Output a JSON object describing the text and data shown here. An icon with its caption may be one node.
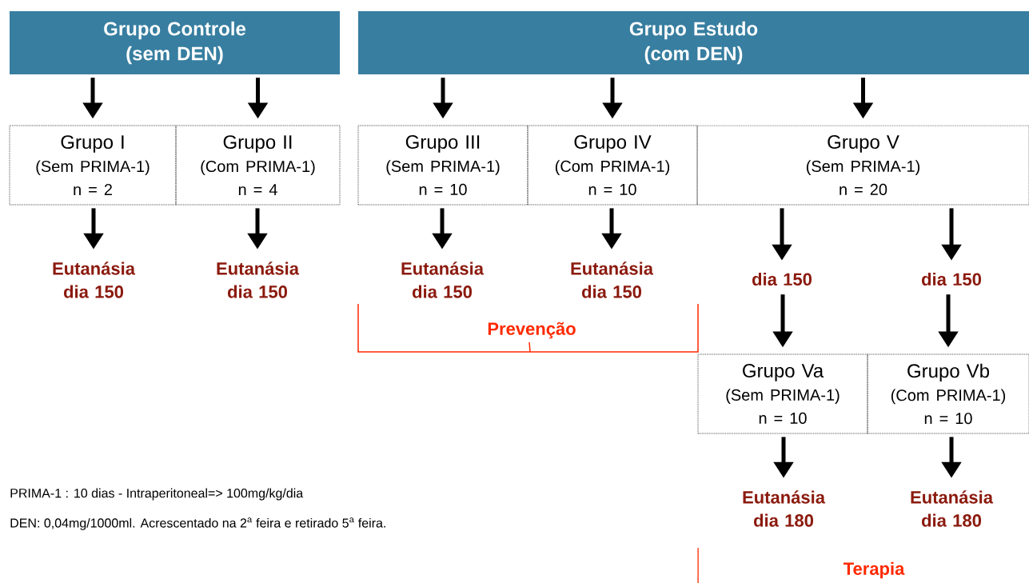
{
  "diagram": {
    "nodes": [
      {
        "text": [
          "Grupo Controle (sem DEN)"
        ]
      },
      {
        "text": [
          "Grupo Estudo (com DEN)"
        ]
      },
      {
        "text": [
          "Grupo I",
          "(Sem PRIMA-1)",
          "n = 2"
        ]
      },
      {
        "text": [
          "Grupo II",
          "(Com PRIMA-1)",
          "n = 4"
        ]
      },
      {
        "text": [
          "Grupo III",
          "(Sem PRIMA-1)",
          "n = 10"
        ]
      },
      {
        "text": [
          "Grupo IV",
          "(Com PRIMA-1)",
          "n = 10"
        ]
      },
      {
        "text": [
          "Grupo V",
          "(Sem PRIMA-1)",
          "n = 20"
        ]
      },
      {
        "text": [
          "Eutanásia dia 150"
        ]
      },
      {
        "text": [
          "Eutanásia dia 150"
        ]
      },
      {
        "text": [
          "Eutanásia dia 150"
        ]
      },
      {
        "text": [
          "Eutanásia dia 150"
        ]
      },
      {
        "text": [
          "dia 150"
        ]
      },
      {
        "text": [
          "dia 150"
        ]
      },
      {
        "text": [
          "Grupo Va",
          "(Sem PRIMA-1)",
          "n = 10"
        ]
      },
      {
        "text": [
          "Grupo Vb",
          "(Com PRIMA-1)",
          "n = 10"
        ]
      },
      {
        "text": [
          "Eutanásia dia 180"
        ]
      },
      {
        "text": [
          "Eutanásia dia 180"
        ]
      }
    ],
    "edges": [
      {
        "from": 0,
        "to": 2,
        "arrow": "to"
      },
      {
        "from": 0,
        "to": 3,
        "arrow": "to"
      },
      {
        "from": 1,
        "to": 4,
        "arrow": "to"
      },
      {
        "from": 1,
        "to": 5,
        "arrow": "to"
      },
      {
        "from": 1,
        "to": 6,
        "arrow": "to"
      },
      {
        "from": 2,
        "to": 7,
        "arrow": "to"
      },
      {
        "from": 3,
        "to": 8,
        "arrow": "to"
      },
      {
        "from": 4,
        "to": 9,
        "arrow": "to"
      },
      {
        "from": 5,
        "to": 10,
        "arrow": "to"
      },
      {
        "from": 6,
        "to": 11,
        "arrow": "to"
      },
      {
        "from": 6,
        "to": 12,
        "arrow": "to"
      },
      {
        "from": 11,
        "to": 13,
        "arrow": "to"
      },
      {
        "from": 12,
        "to": 14,
        "arrow": "to"
      },
      {
        "from": 13,
        "to": 15,
        "arrow": "to"
      },
      {
        "from": 14,
        "to": 16,
        "arrow": "to"
      }
    ],
    "labels": [
      "Prevenção",
      "Terapia",
      "PRIMA-1 : 10 dias - Intraperitoneal=> 100mg/kg/dia",
      "DEN: 0,04mg/1000ml. Acrescentado na 2$^{a}$ feira e retirado 5$^{a}$ feira."
    ]
  }
}
